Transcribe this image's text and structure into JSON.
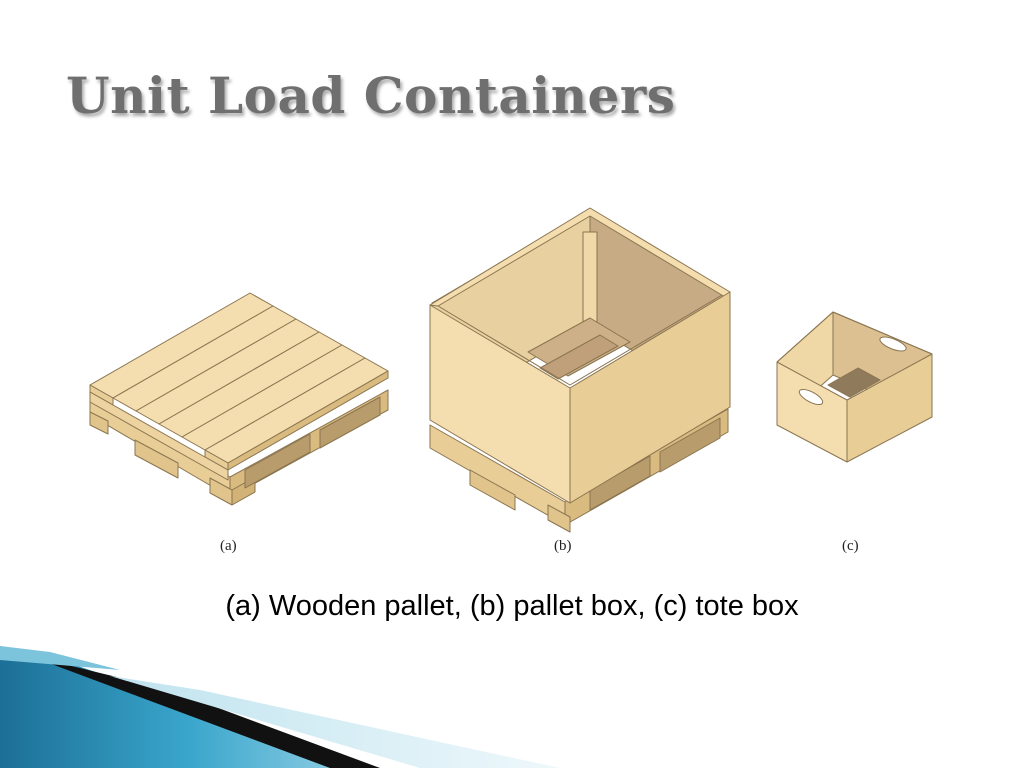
{
  "slide": {
    "title": "Unit Load Containers",
    "figure_labels": [
      "(a)",
      "(b)",
      "(c)"
    ],
    "caption": "(a) Wooden pallet, (b) pallet box, (c) tote box"
  },
  "colors": {
    "title_text": "#6f6f6f",
    "wood_light": "#f4deb0",
    "wood_mid": "#e8cd97",
    "wood_dark": "#d9ba7f",
    "inner_shadow": "#c7ab85",
    "outline": "#8a7550",
    "swoosh_blue": "#2d8fb3",
    "swoosh_dark": "#111111"
  }
}
